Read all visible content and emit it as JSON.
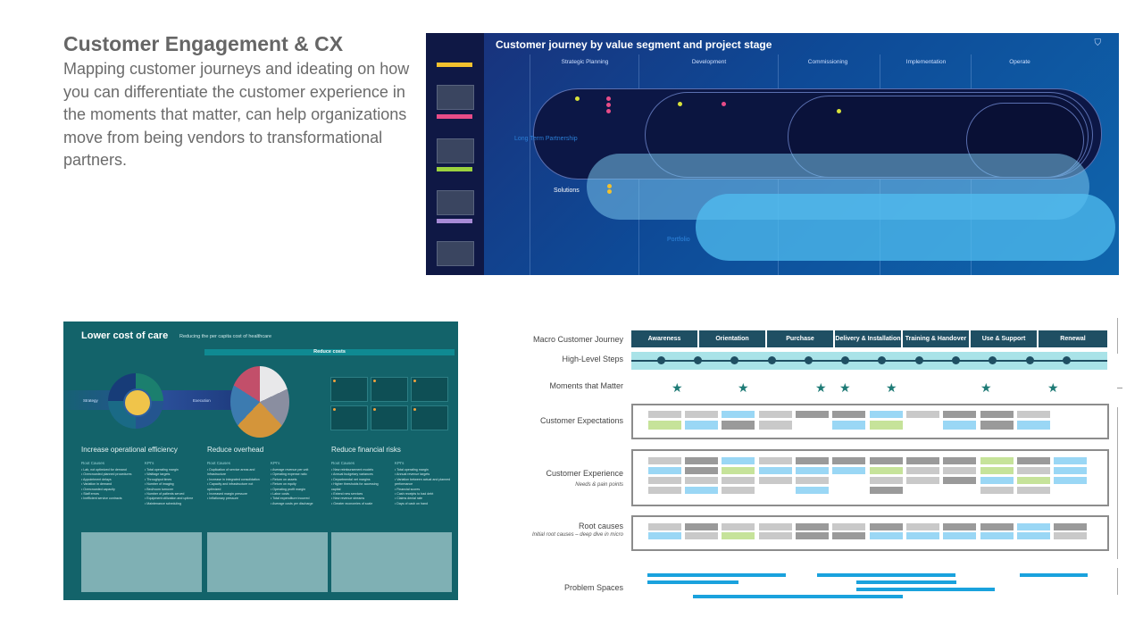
{
  "slide": {
    "title": "Customer Engagement & CX",
    "body": "Mapping customer journeys and ideating on how you can differentiate the customer experience in the moments that matter, can help organizations move from being vendors to transformational partners."
  },
  "journey_panel": {
    "title": "Customer journey by value segment and project stage",
    "stages": [
      "Strategic Planning",
      "Development",
      "Commissioning",
      "Implementation",
      "Operate"
    ],
    "lanes": [
      "Long Term Partnership",
      "Solutions",
      "Portfolio"
    ]
  },
  "cost_panel": {
    "title": "Lower cost of care",
    "subtitle": "Reducing the per capita cost of healthcare",
    "banner": "Reduce costs",
    "columns": [
      {
        "title": "Increase operational efficiency",
        "root_heading": "Root Causes",
        "kpi_heading": "KPI's",
        "roots": [
          "Lab, not optimized for demand",
          "Overcrowded planned procedures",
          "Appointment delays",
          "Variation in demand",
          "Overcrowded capacity",
          "Staff errors",
          "Inefficient service contracts"
        ],
        "kpis": [
          "Total operating margin",
          "Waittage targets",
          "Throughput times",
          "Number of imaging",
          "Bed/room turnover",
          "Number of patients served",
          "Equipment utilization and uptime",
          "Maintenance scheduling"
        ]
      },
      {
        "title": "Reduce overhead",
        "root_heading": "Root Causes",
        "kpi_heading": "KPI's",
        "roots": [
          "Duplication of service areas and infrastructure",
          "Increase in integrated consolidation",
          "Capacity and infrastructure not optimized",
          "Increased margin pressure",
          "Inflationary pressure"
        ],
        "kpis": [
          "Average revenue per unit",
          "Operating expense ratio",
          "Return on assets",
          "Return on equity",
          "Operating profit margin",
          "Labor costs",
          "Total expenditure incurred",
          "Average costs per discharge"
        ]
      },
      {
        "title": "Reduce financial risks",
        "root_heading": "Root Causes",
        "kpi_heading": "KPI's",
        "roots": [
          "New reimbursement models",
          "Annual budgetary variances",
          "Departmental net margins",
          "Higher thresholds for accessing capital",
          "Extend new services",
          "New revenue streams",
          "Greater economies of scale"
        ],
        "kpis": [
          "Total operating margin",
          "Annual revenue targets",
          "Variation between actual and planned performance",
          "Financial scores",
          "Cash receipts to bad debt",
          "Claims denial rate",
          "Days of cash on hand"
        ]
      }
    ],
    "left_arrow_label": "Strategy",
    "right_arrow_label": "Execution"
  },
  "macro_panel": {
    "row_labels": {
      "macro": "Macro Customer Journey",
      "steps": "High-Level Steps",
      "moments": "Moments that Matter",
      "expectations": "Customer Expectations",
      "experience": "Customer Experience",
      "experience_sub": "Needs & pain points",
      "root": "Root causes",
      "root_sub": "Initial root causes – deep dive in micro",
      "problems": "Problem Spaces"
    },
    "phases": [
      "Awareness",
      "Orientation",
      "Purchase",
      "Delivery & Installation",
      "Training & Handover",
      "Use & Support",
      "Renewal"
    ],
    "colors": {
      "phase": "#1f4f63",
      "band": "#a9e3e8",
      "star": "#1e7b76",
      "problem": "#1aa2dd"
    }
  }
}
